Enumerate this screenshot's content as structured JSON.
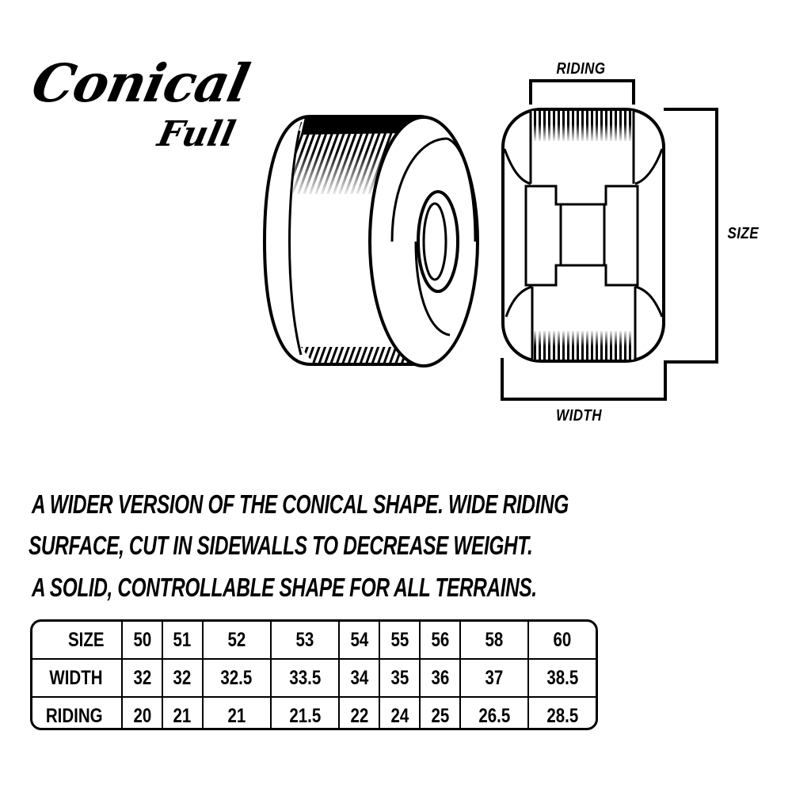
{
  "title": {
    "main": "Conical",
    "sub": "Full"
  },
  "diagram": {
    "labels": {
      "riding": "RIDING",
      "size": "SIZE",
      "width": "WIDTH"
    },
    "illustrations": [
      "wheel-perspective",
      "wheel-cross-section"
    ]
  },
  "description": {
    "lines": [
      "A WIDER VERSION OF THE CONICAL SHAPE. WIDE RIDING",
      "SURFACE, CUT IN SIDEWALLS TO DECREASE WEIGHT.",
      "A SOLID, CONTROLLABLE SHAPE FOR ALL TERRAINS."
    ]
  },
  "spec_table": {
    "rows": [
      {
        "label": "SIZE",
        "values": [
          "50",
          "51",
          "52",
          "53",
          "54",
          "55",
          "56",
          "58",
          "60"
        ]
      },
      {
        "label": "WIDTH",
        "values": [
          "32",
          "32",
          "32.5",
          "33.5",
          "34",
          "35",
          "36",
          "37",
          "38.5"
        ]
      },
      {
        "label": "RIDING",
        "values": [
          "20",
          "21",
          "21",
          "21.5",
          "22",
          "24",
          "25",
          "26.5",
          "28.5"
        ]
      }
    ]
  }
}
